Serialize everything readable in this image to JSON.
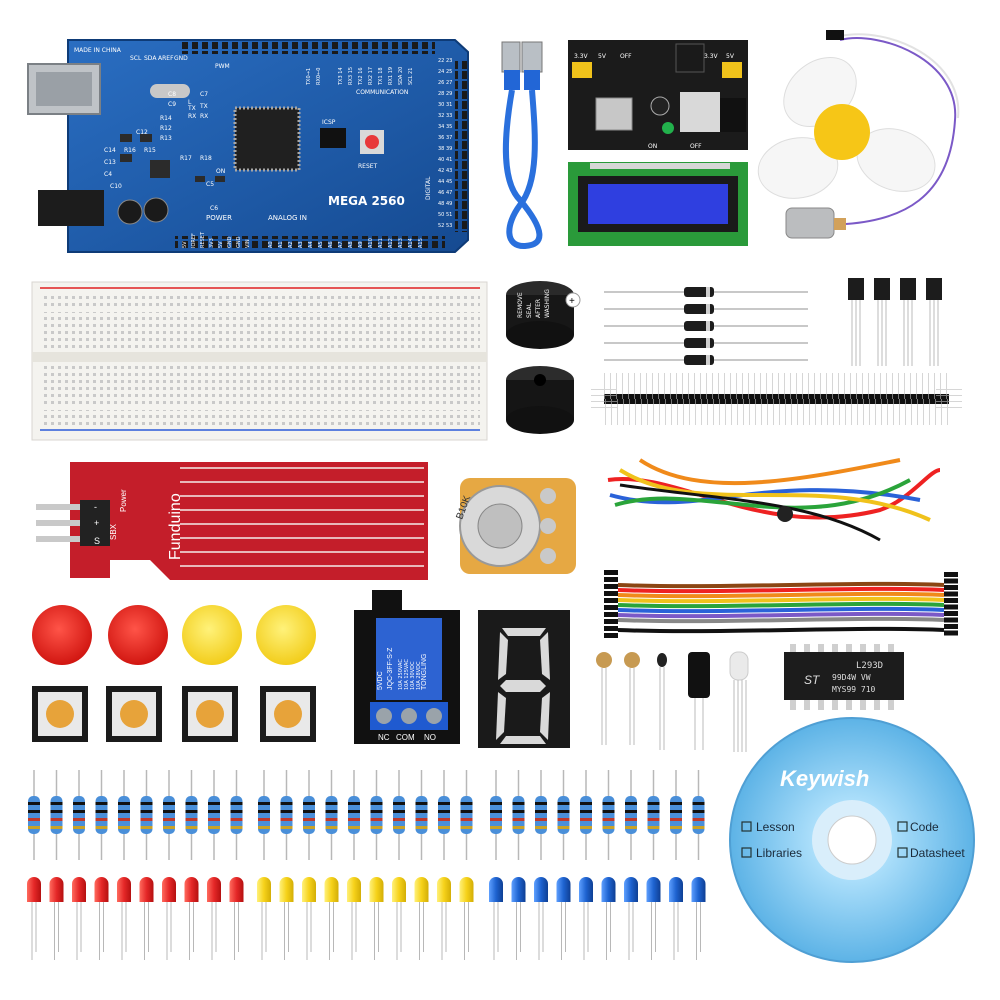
{
  "board": {
    "origin": "MADE IN CHINA",
    "model": "MEGA 2560",
    "labels": [
      "SCL",
      "SDA",
      "AREF",
      "GND",
      "PWM",
      "COMMUNICATION",
      "ICSP",
      "RESET",
      "ON",
      "TX",
      "RX",
      "L",
      "POWER",
      "ANALOG IN",
      "DIGITAL"
    ],
    "pins_top": [
      "TX0→1",
      "RX0←0",
      "TX3 14",
      "RX3 15",
      "TX2 16",
      "RX2 17",
      "TX1 18",
      "RX1 19",
      "SDA 20",
      "SCL 21"
    ],
    "parts": [
      "C8",
      "C9",
      "C7",
      "R12",
      "R13",
      "R14",
      "C14",
      "C13",
      "C4",
      "R16",
      "R15",
      "R17",
      "R18",
      "C5",
      "C10",
      "C12"
    ],
    "pins_right": [
      "22",
      "23",
      "24",
      "25",
      "26",
      "27",
      "28",
      "29",
      "30",
      "31",
      "32",
      "33",
      "34",
      "35",
      "36",
      "37",
      "38",
      "39",
      "40",
      "41",
      "42",
      "43",
      "44",
      "45",
      "46",
      "47",
      "48",
      "49",
      "50",
      "51",
      "52",
      "53"
    ],
    "power_pins": [
      "5V",
      "IOREF",
      "RESET",
      "3V3",
      "5V",
      "GND",
      "GND",
      "VIN"
    ],
    "analog_pins": [
      "A0",
      "A1",
      "A2",
      "A3",
      "A4",
      "A5",
      "A6",
      "A7",
      "A8",
      "A9",
      "A10",
      "A11",
      "A12",
      "A13",
      "A14",
      "A15"
    ],
    "other": [
      "RX",
      "TX",
      "C6"
    ]
  },
  "power_module": {
    "labels": [
      "3.3V",
      "5V",
      "OFF",
      "3.3V",
      "5V",
      "ON",
      "OFF"
    ]
  },
  "water_sensor": {
    "brand": "Funduino",
    "pins": [
      "S",
      "+",
      "-"
    ],
    "labels": [
      "Power",
      "SBX"
    ]
  },
  "potentiometer": {
    "value": "B10K"
  },
  "buzzer": {
    "sticker": [
      "REMOVE",
      "SEAL",
      "AFTER",
      "WASHING"
    ],
    "polarity": "+"
  },
  "relay": {
    "brand": "TONGLING",
    "model": "JQC-3FF-S-Z",
    "ratings": [
      "10A 250VAC",
      "10A 125VAC",
      "10A 30VDC",
      "10A 28VDC"
    ],
    "voltage": "5VDC",
    "terminals": [
      "NC",
      "COM",
      "NO"
    ]
  },
  "seven_segment": {
    "digit": "8"
  },
  "ic": {
    "part": "L293D",
    "code": "99D4W VW",
    "batch": "MYS99 710",
    "brand": "ST"
  },
  "cd": {
    "brand": "Keywish",
    "items": [
      "Lesson",
      "Code",
      "Libraries",
      "Datasheet"
    ]
  },
  "colors": {
    "board": "#1f5ba8",
    "red_led": "#e52828",
    "yellow_led": "#f6d21a",
    "blue_led": "#1e63d0",
    "red_cap": "#e8231f",
    "yellow_cap": "#f8de36",
    "pcb_red": "#c41e2a",
    "cd": "#7cc3ec"
  },
  "counts": {
    "resistors_per_group": 10,
    "leds_per_group": 10
  }
}
